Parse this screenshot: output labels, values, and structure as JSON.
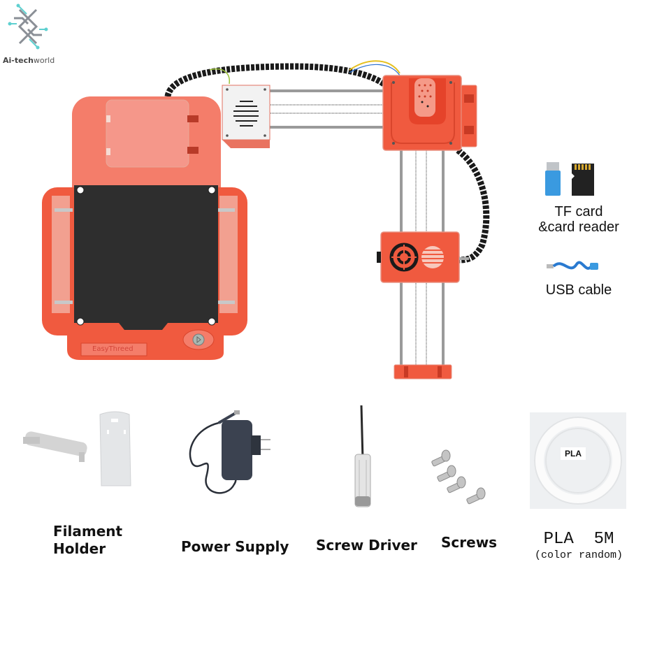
{
  "watermark": {
    "brand_bold": "Ai-tech",
    "brand_light": "world",
    "icon": "circuit-logo-icon"
  },
  "product": {
    "name": "3D printer",
    "brand_plate": "EasyThreed",
    "colors": {
      "body": "#f05a3f",
      "body_light": "#f47d6a",
      "bed": "#2e2e2e",
      "rail": "#9a9a9a",
      "cable": "#1a1a1a",
      "housing_white": "#f2f2f2"
    }
  },
  "side_accessories": [
    {
      "label_line1": "TF card",
      "label_line2": "&card reader",
      "icon": "tf-card-reader-icon"
    },
    {
      "label_line1": "USB cable",
      "label_line2": "",
      "icon": "usb-cable-icon"
    }
  ],
  "bottom_accessories": [
    {
      "label_line1": "Filament",
      "label_line2": "Holder",
      "icon": "filament-holder-icon"
    },
    {
      "label_line1": "Power Supply",
      "label_line2": "",
      "icon": "power-supply-icon"
    },
    {
      "label_line1": "Screw Driver",
      "label_line2": "",
      "icon": "screwdriver-icon"
    },
    {
      "label_line1": "Screws",
      "label_line2": "",
      "icon": "screws-icon"
    },
    {
      "label_line1": "PLA  5M",
      "label_line2": "(color random)",
      "icon": "pla-filament-icon",
      "tag": "PLA"
    }
  ]
}
